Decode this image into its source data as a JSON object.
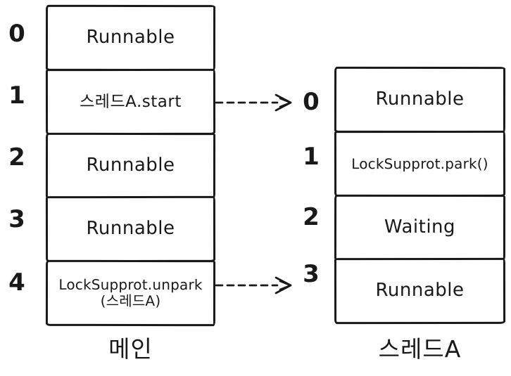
{
  "colors": {
    "ink": "#191919",
    "background": "#ffffff"
  },
  "main_stack": {
    "label": "메인",
    "rows": [
      {
        "num": "0",
        "text": "Runnable"
      },
      {
        "num": "1",
        "text": "스레드A.start"
      },
      {
        "num": "2",
        "text": "Runnable"
      },
      {
        "num": "3",
        "text": "Runnable"
      },
      {
        "num": "4",
        "text": "LockSupprot.unpark",
        "text2": "(스레드A)"
      }
    ]
  },
  "thread_stack": {
    "label": "스레드A",
    "rows": [
      {
        "num": "0",
        "text": "Runnable"
      },
      {
        "num": "1",
        "text": "LockSupprot.park()"
      },
      {
        "num": "2",
        "text": "Waiting"
      },
      {
        "num": "3",
        "text": "Runnable"
      }
    ]
  },
  "arrows": [
    {
      "from": "메인 step 1 (스레드A.start)",
      "to": "스레드A step 0 (Runnable)",
      "style": "dashed"
    },
    {
      "from": "메인 step 4 (LockSupprot.unpark)",
      "to": "스레드A step 3 (Runnable)",
      "style": "dashed"
    }
  ]
}
